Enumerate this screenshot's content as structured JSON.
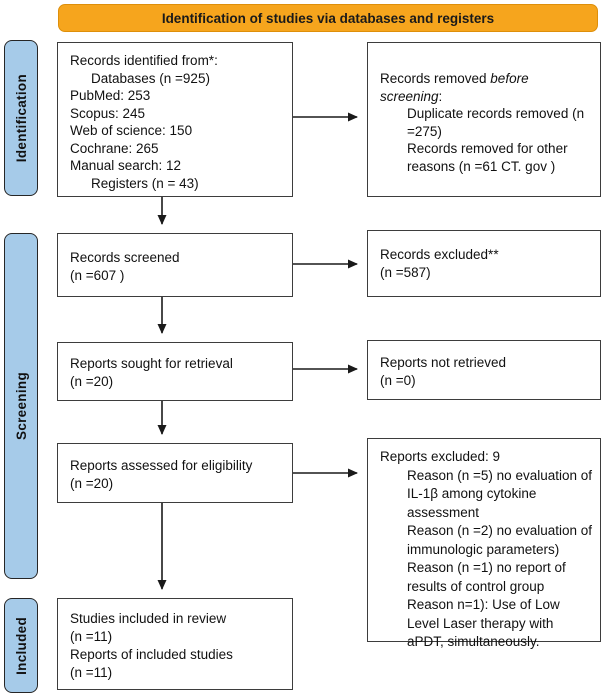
{
  "header": {
    "title": "Identification of studies via databases and registers"
  },
  "sidebar": {
    "identification": "Identification",
    "screening": "Screening",
    "included": "Included"
  },
  "colors": {
    "banner_bg": "#F6A51D",
    "banner_border": "#DE8F0A",
    "stage_label_bg": "#A6CBE9",
    "box_border": "#3D3D3D",
    "arrow": "#1A1A1A"
  },
  "boxes": {
    "records_identified": {
      "line1": "Records identified from*:",
      "line2": "Databases (n =925)",
      "line3": "PubMed: 253",
      "line4": "Scopus: 245",
      "line5": "Web of science: 150",
      "line6": "Cochrane: 265",
      "line7": "Manual search: 12",
      "line8": "Registers (n = 43)"
    },
    "records_removed": {
      "intro_normal": "Records removed ",
      "intro_italic": "before screening",
      "intro_suffix": ":",
      "item1": "Duplicate records removed (n =275)",
      "item2": "Records removed for other reasons (n =61 CT. gov )"
    },
    "records_screened": {
      "line1": "Records screened",
      "line2": "(n =607 )"
    },
    "records_excluded": {
      "line1": "Records excluded**",
      "line2": "(n =587)"
    },
    "reports_sought": {
      "line1": "Reports sought for retrieval",
      "line2": "(n =20)"
    },
    "reports_not_retrieved": {
      "line1": "Reports not retrieved",
      "line2": "(n =0)"
    },
    "reports_assessed": {
      "line1": "Reports assessed for eligibility",
      "line2": "(n =20)"
    },
    "reports_excluded": {
      "title": "Reports excluded: 9",
      "reason1": "Reason (n =5) no evaluation of IL-1β among cytokine assessment",
      "reason2": "Reason (n =2) no evaluation of immunologic parameters)",
      "reason3": "Reason (n =1) no report  of results of control group",
      "reason4": "Reason n=1): Use of Low Level Laser therapy with aPDT, simultaneously."
    },
    "studies_included": {
      "line1": "Studies included in review",
      "line2": "(n =11)",
      "line3": "Reports of included studies",
      "line4": "(n =11)"
    }
  }
}
